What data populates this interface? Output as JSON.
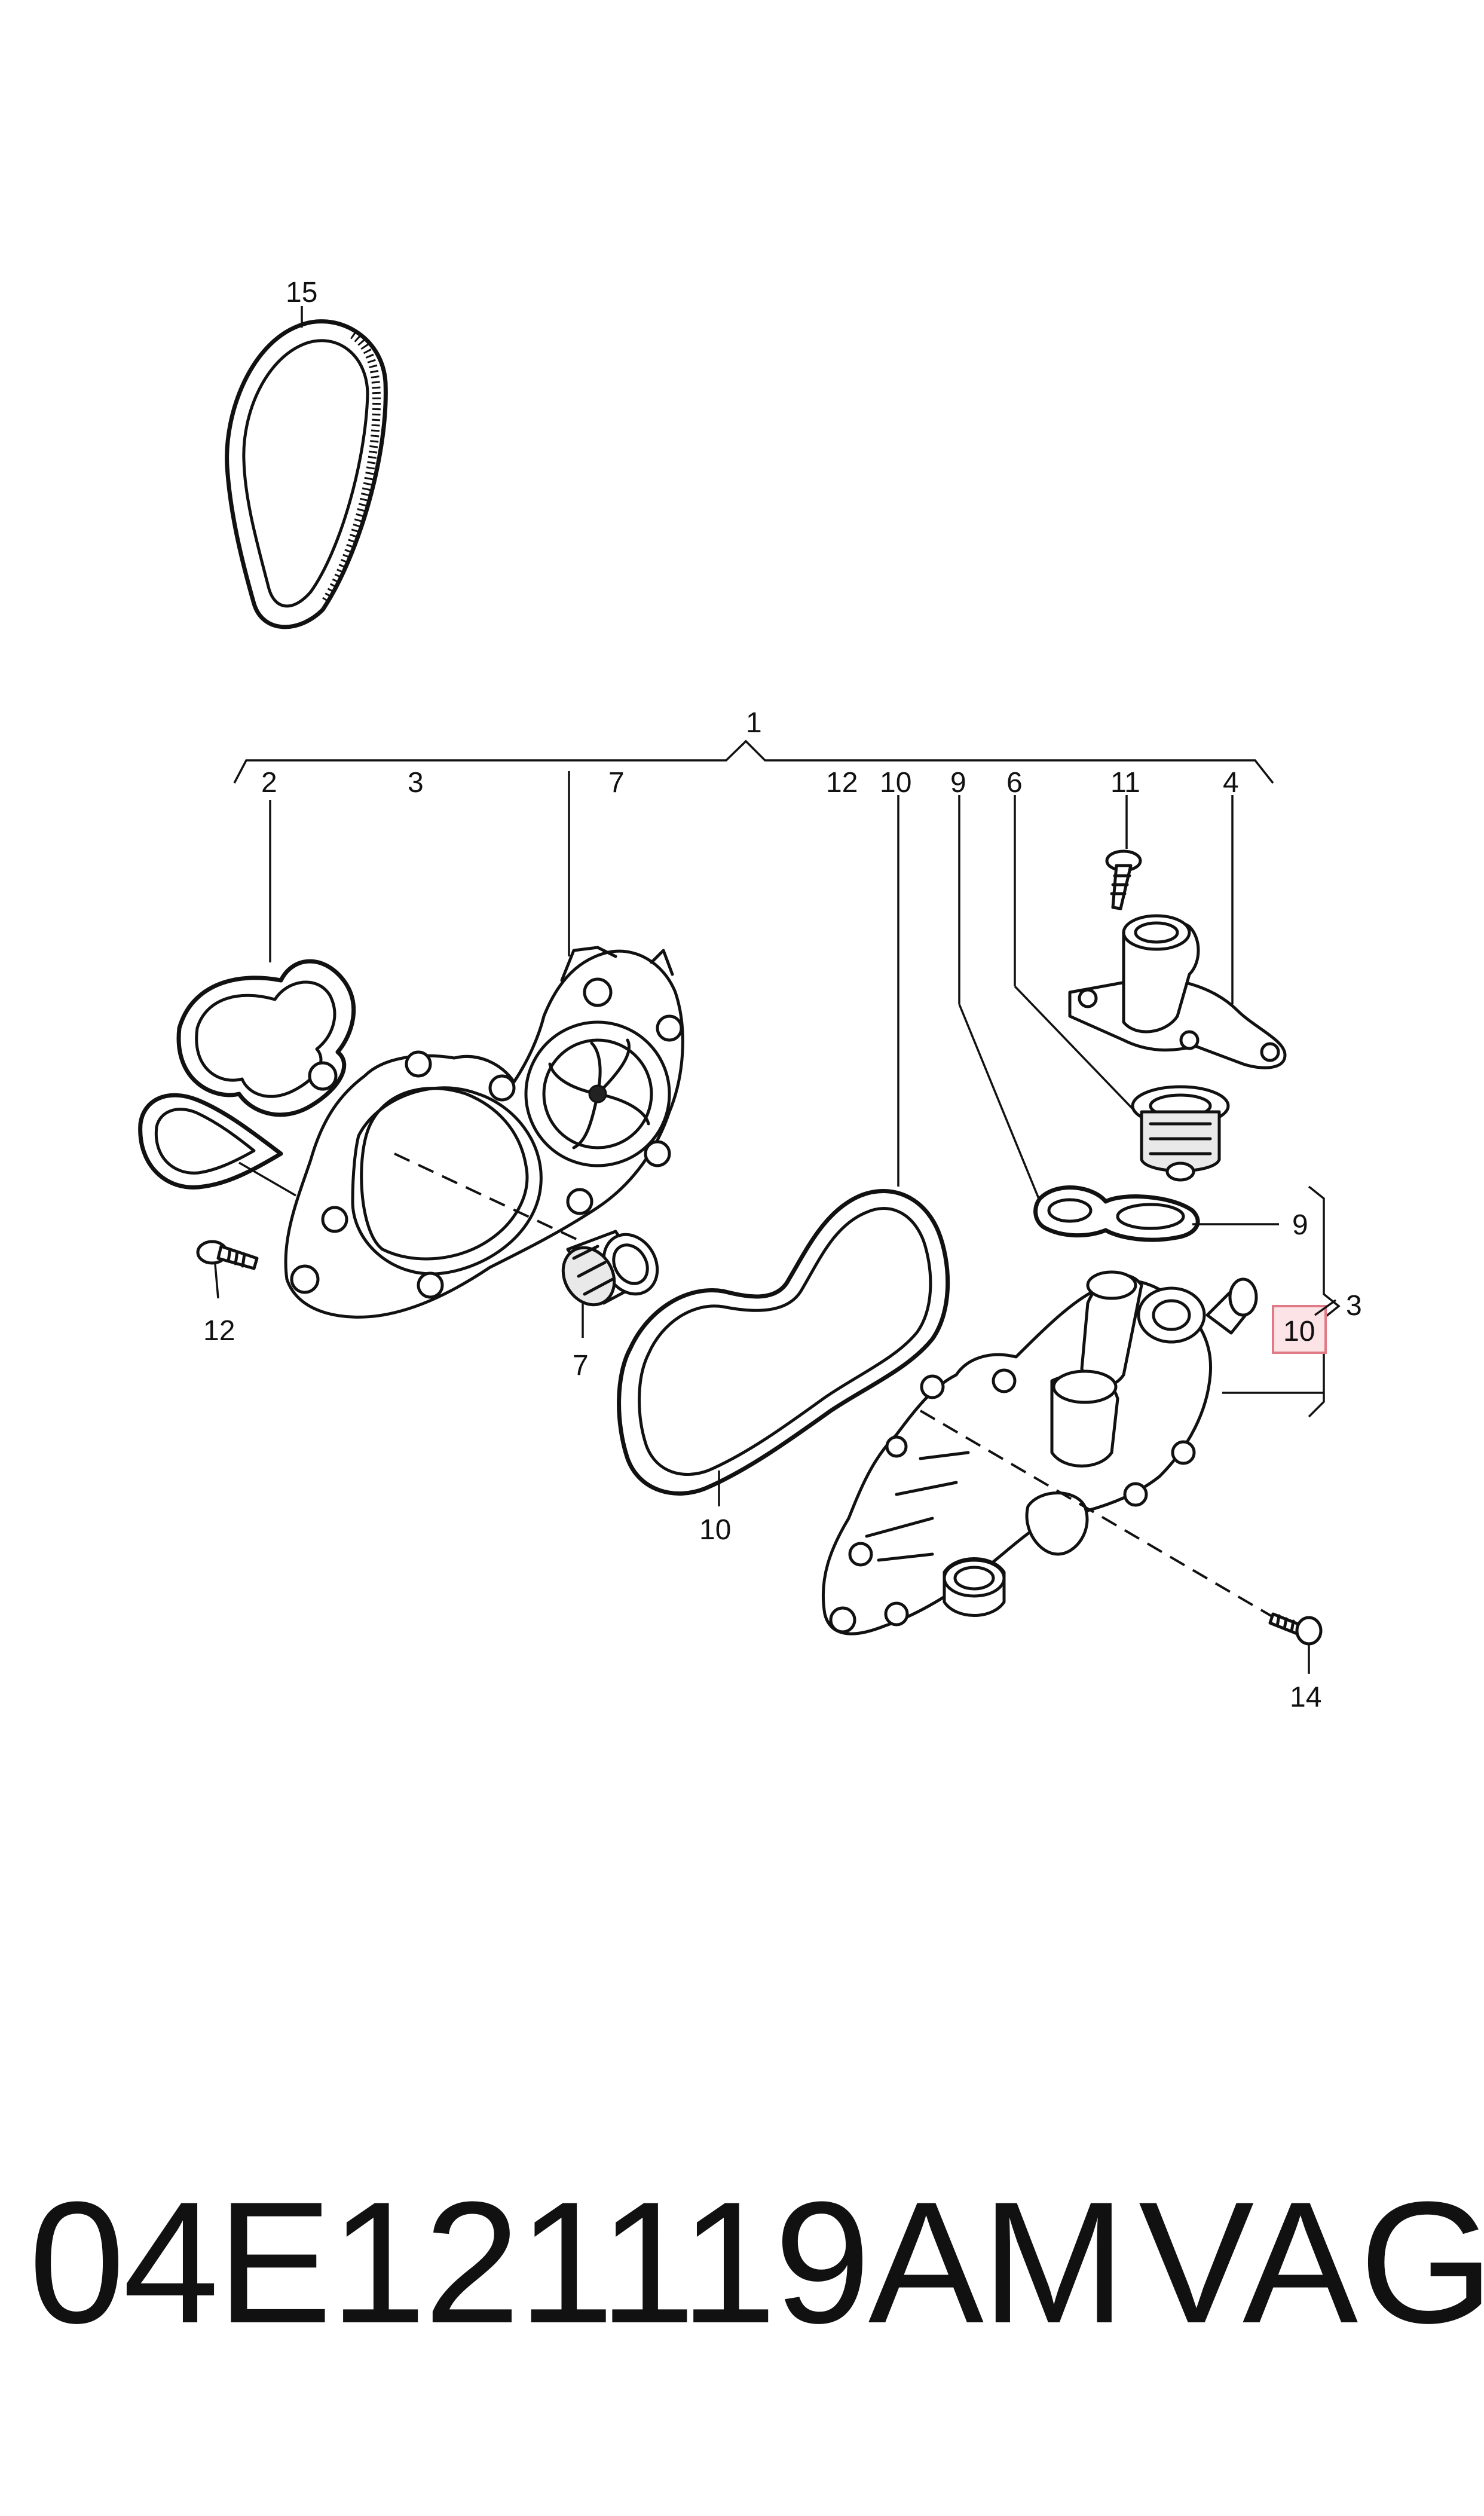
{
  "callouts": {
    "c15": "15",
    "c1": "1",
    "c2": "2",
    "c3_top": "3",
    "c7_top": "7",
    "c12_top": "12",
    "c10_top": "10",
    "c9_top": "9",
    "c6": "6",
    "c11": "11",
    "c4": "4",
    "c12_bottom": "12",
    "c7_bottom": "7",
    "c10_bottom": "10",
    "c9_right": "9",
    "c3_right": "3",
    "c10_highlight": "10",
    "c14": "14"
  },
  "footer": {
    "part_number": "04E121119AM",
    "brand": "VAG"
  },
  "colors": {
    "line": "#111111",
    "highlight_fill": "#fbe3e6",
    "highlight_stroke": "#e07a87"
  }
}
